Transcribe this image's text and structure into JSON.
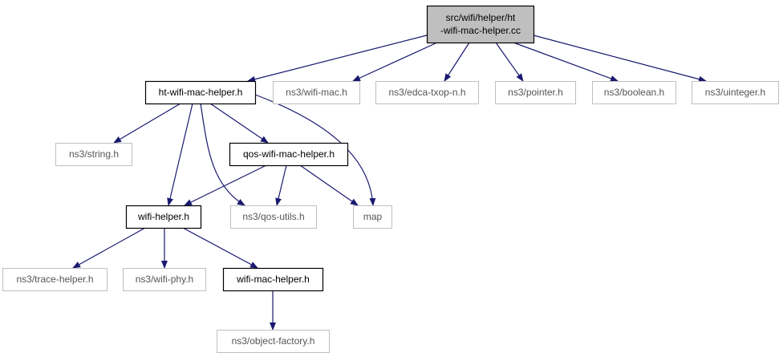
{
  "colors": {
    "edge": "#191970",
    "root_fill": "#bfbfbf",
    "root_border": "#000000",
    "local_border": "#000000",
    "external_border": "#bfbfbf",
    "node_fill": "#ffffff"
  },
  "nodes": [
    {
      "id": "root",
      "kind": "root",
      "lines": [
        "src/wifi/helper/ht",
        "-wifi-mac-helper.cc"
      ]
    },
    {
      "id": "ht-wifi-mac-helper",
      "kind": "local",
      "lines": [
        "ht-wifi-mac-helper.h"
      ]
    },
    {
      "id": "wifi-mac",
      "kind": "external",
      "lines": [
        "ns3/wifi-mac.h"
      ]
    },
    {
      "id": "edca-txop-n",
      "kind": "external",
      "lines": [
        "ns3/edca-txop-n.h"
      ]
    },
    {
      "id": "pointer",
      "kind": "external",
      "lines": [
        "ns3/pointer.h"
      ]
    },
    {
      "id": "boolean",
      "kind": "external",
      "lines": [
        "ns3/boolean.h"
      ]
    },
    {
      "id": "uinteger",
      "kind": "external",
      "lines": [
        "ns3/uinteger.h"
      ]
    },
    {
      "id": "string",
      "kind": "external",
      "lines": [
        "ns3/string.h"
      ]
    },
    {
      "id": "qos-wifi-mac-helper",
      "kind": "local",
      "lines": [
        "qos-wifi-mac-helper.h"
      ]
    },
    {
      "id": "wifi-helper",
      "kind": "local",
      "lines": [
        "wifi-helper.h"
      ]
    },
    {
      "id": "qos-utils",
      "kind": "external",
      "lines": [
        "ns3/qos-utils.h"
      ]
    },
    {
      "id": "map",
      "kind": "external",
      "lines": [
        "map"
      ]
    },
    {
      "id": "trace-helper",
      "kind": "external",
      "lines": [
        "ns3/trace-helper.h"
      ]
    },
    {
      "id": "wifi-phy",
      "kind": "external",
      "lines": [
        "ns3/wifi-phy.h"
      ]
    },
    {
      "id": "wifi-mac-helper",
      "kind": "local",
      "lines": [
        "wifi-mac-helper.h"
      ]
    },
    {
      "id": "object-factory",
      "kind": "external",
      "lines": [
        "ns3/object-factory.h"
      ]
    }
  ],
  "edges": [
    {
      "from": "root",
      "to": "ht-wifi-mac-helper"
    },
    {
      "from": "root",
      "to": "wifi-mac"
    },
    {
      "from": "root",
      "to": "edca-txop-n"
    },
    {
      "from": "root",
      "to": "pointer"
    },
    {
      "from": "root",
      "to": "boolean"
    },
    {
      "from": "root",
      "to": "uinteger"
    },
    {
      "from": "ht-wifi-mac-helper",
      "to": "string"
    },
    {
      "from": "ht-wifi-mac-helper",
      "to": "qos-wifi-mac-helper"
    },
    {
      "from": "ht-wifi-mac-helper",
      "to": "wifi-helper"
    },
    {
      "from": "ht-wifi-mac-helper",
      "to": "qos-utils"
    },
    {
      "from": "ht-wifi-mac-helper",
      "to": "map"
    },
    {
      "from": "qos-wifi-mac-helper",
      "to": "wifi-helper"
    },
    {
      "from": "qos-wifi-mac-helper",
      "to": "qos-utils"
    },
    {
      "from": "qos-wifi-mac-helper",
      "to": "map"
    },
    {
      "from": "wifi-helper",
      "to": "trace-helper"
    },
    {
      "from": "wifi-helper",
      "to": "wifi-phy"
    },
    {
      "from": "wifi-helper",
      "to": "wifi-mac-helper"
    },
    {
      "from": "wifi-mac-helper",
      "to": "object-factory"
    }
  ]
}
